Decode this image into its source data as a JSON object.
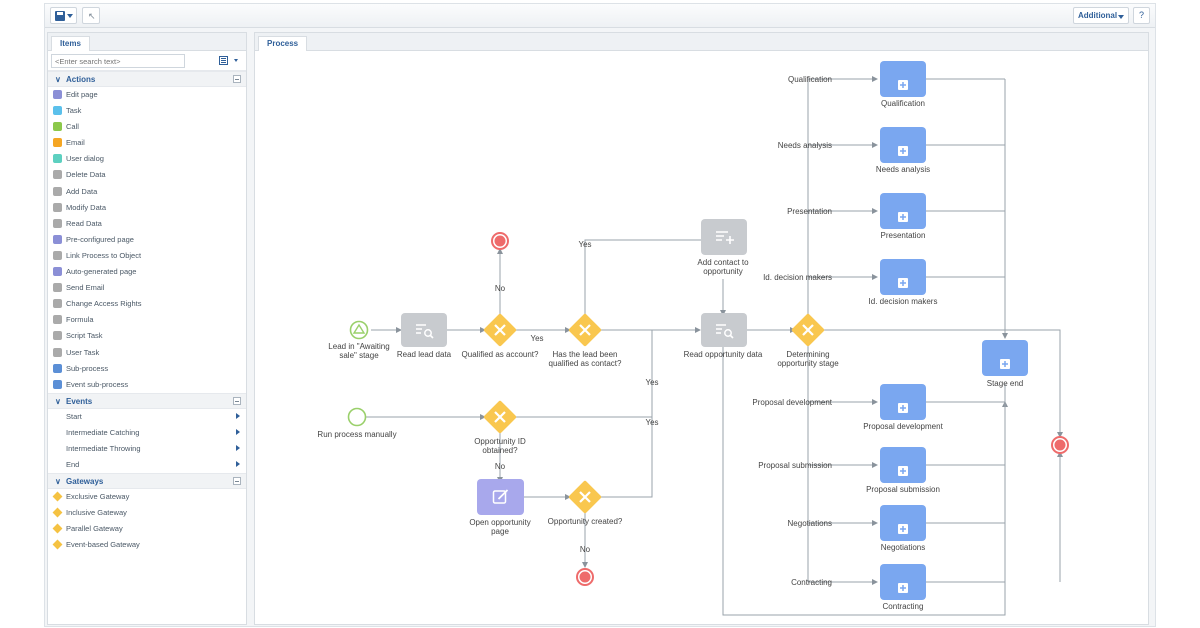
{
  "toolbar": {
    "additional_label": "Additional",
    "help_glyph": "?"
  },
  "items_panel": {
    "tab_label": "Items",
    "search_placeholder": "<Enter search text>",
    "actions": {
      "title": "Actions",
      "items": [
        {
          "label": "Edit page",
          "color": "#8b8fd6"
        },
        {
          "label": "Task",
          "color": "#5bc0eb"
        },
        {
          "label": "Call",
          "color": "#8cc84b"
        },
        {
          "label": "Email",
          "color": "#f5a623"
        },
        {
          "label": "User dialog",
          "color": "#5dd0c0"
        },
        {
          "label": "Delete Data",
          "color": "#aaaaaa"
        },
        {
          "label": "Add Data",
          "color": "#aaaaaa"
        },
        {
          "label": "Modify Data",
          "color": "#aaaaaa"
        },
        {
          "label": "Read Data",
          "color": "#aaaaaa"
        },
        {
          "label": "Pre-configured page",
          "color": "#8b8fd6"
        },
        {
          "label": "Link Process to Object",
          "color": "#aaaaaa"
        },
        {
          "label": "Auto-generated page",
          "color": "#8b8fd6"
        },
        {
          "label": "Send Email",
          "color": "#aaaaaa"
        },
        {
          "label": "Change Access Rights",
          "color": "#aaaaaa"
        },
        {
          "label": "Formula",
          "color": "#aaaaaa"
        },
        {
          "label": "Script Task",
          "color": "#aaaaaa"
        },
        {
          "label": "User Task",
          "color": "#aaaaaa"
        },
        {
          "label": "Sub-process",
          "color": "#5b8fd6"
        },
        {
          "label": "Event sub-process",
          "color": "#5b8fd6"
        }
      ]
    },
    "events": {
      "title": "Events",
      "items": [
        {
          "label": "Start"
        },
        {
          "label": "Intermediate Catching"
        },
        {
          "label": "Intermediate Throwing"
        },
        {
          "label": "End"
        }
      ]
    },
    "gateways": {
      "title": "Gateways",
      "items": [
        {
          "label": "Exclusive Gateway",
          "color": "#f5c242"
        },
        {
          "label": "Inclusive Gateway",
          "color": "#f5c242"
        },
        {
          "label": "Parallel Gateway",
          "color": "#f5c242"
        },
        {
          "label": "Event-based Gateway",
          "color": "#f5c242"
        }
      ]
    }
  },
  "process_panel": {
    "tab_label": "Process",
    "colors": {
      "gateway": "#f9c74f",
      "task_gray": "#c8cbcf",
      "subprocess": "#7aa7f0",
      "end": "#ee6b6b",
      "start": "#9ad06b",
      "page_task": "#a8a8ec",
      "flow": "#9aa3ab"
    },
    "nodes": {
      "start_lead": "Lead in \"Awaiting sale\" stage",
      "read_lead": "Read lead data",
      "qualified_account": "Qualified as account?",
      "qualified_contact": "Has the lead been qualified as contact?",
      "add_contact": "Add contact to opportunity",
      "read_opportunity": "Read opportunity data",
      "determining_stage": "Determining opportunity stage",
      "run_manually": "Run process manually",
      "opp_id_obtained": "Opportunity ID obtained?",
      "open_opportunity": "Open opportunity page",
      "opp_created": "Opportunity created?",
      "stage_end": "Stage end"
    },
    "subprocesses": [
      "Qualification",
      "Needs analysis",
      "Presentation",
      "Id. decision makers",
      "Proposal development",
      "Proposal submission",
      "Negotiations",
      "Contracting"
    ],
    "flow_labels": {
      "yes": "Yes",
      "no": "No"
    }
  }
}
